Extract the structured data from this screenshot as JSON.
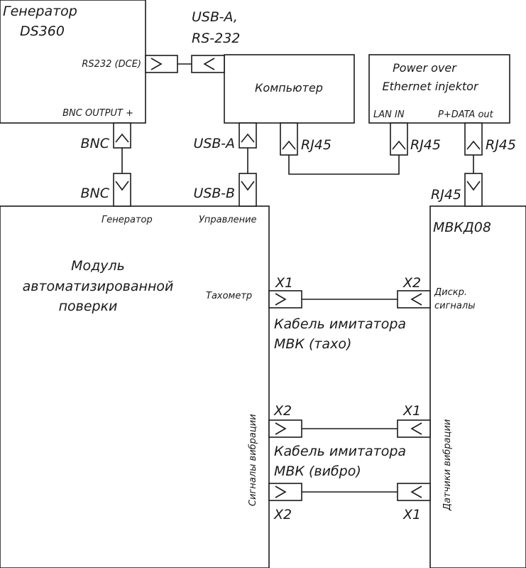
{
  "blocks": {
    "generator": {
      "title_line1": "Генератор",
      "title_line2": "DS360",
      "port_rs232": "RS232 (DCE)",
      "port_bnc": "BNC OUTPUT +"
    },
    "computer": {
      "title": "Компьютер"
    },
    "poe": {
      "title_line1": "Power over",
      "title_line2": "Ethernet injektor",
      "port_lan": "LAN IN",
      "port_data": "P+DATA out"
    },
    "module": {
      "title_line1": "Модуль",
      "title_line2": "автоматизированной",
      "title_line3": "поверки",
      "port_gen": "Генератор",
      "port_ctrl": "Управление",
      "port_tacho": "Тахометр",
      "port_vib": "Сигналы вибрации"
    },
    "mvkd": {
      "title": "МВКД08",
      "port_disc_line1": "Дискр.",
      "port_disc_line2": "сигналы",
      "port_sensors": "Датчики вибрации"
    }
  },
  "labels": {
    "usb_a_rs232_line1": "USB-A,",
    "usb_a_rs232_line2": "RS-232",
    "bnc_top": "BNC",
    "bnc_bottom": "BNC",
    "usb_a": "USB-A",
    "usb_b": "USB-B",
    "rj45_comp": "RJ45",
    "rj45_poe_in": "RJ45",
    "rj45_poe_out": "RJ45",
    "rj45_mvkd": "RJ45",
    "x1_tacho": "X1",
    "x2_tacho": "X2",
    "cable_tacho_line1": "Кабель имитатора",
    "cable_tacho_line2": "МВК (тахо)",
    "x2_vib1": "X2",
    "x1_vib1": "X1",
    "cable_vib_line1": "Кабель имитатора",
    "cable_vib_line2": "МВК (вибро)",
    "x2_vib2": "X2",
    "x1_vib2": "X1"
  }
}
